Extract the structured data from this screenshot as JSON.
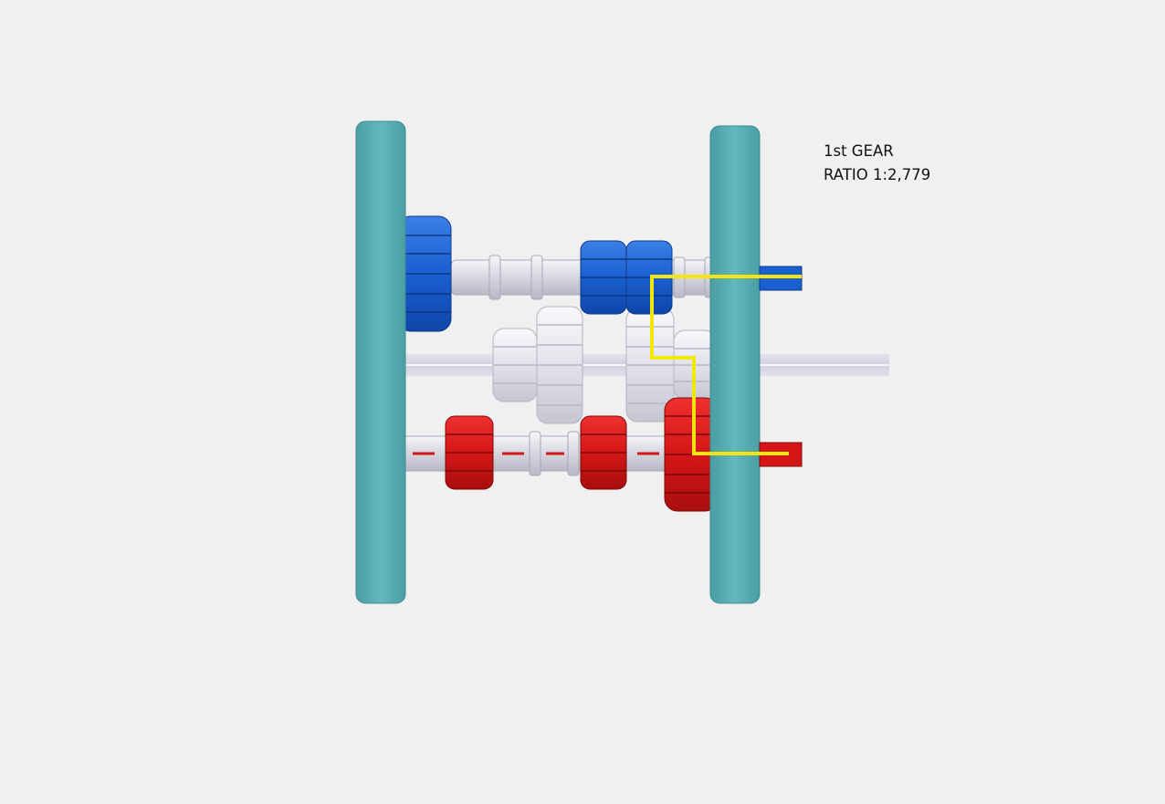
{
  "caption": {
    "gear": "1st GEAR",
    "ratio": "RATIO 1:2,779"
  },
  "colors": {
    "background": "#f0f0f0",
    "frame": "#5db1b6",
    "input_shaft_gears": "#1a5fd0",
    "output_shaft_gears": "#d41616",
    "idle_gears": "#e4e4ec",
    "shaft": "#dcdce6",
    "power_path": "#f5e60a"
  },
  "icons": [
    "gearbox-diagram"
  ]
}
